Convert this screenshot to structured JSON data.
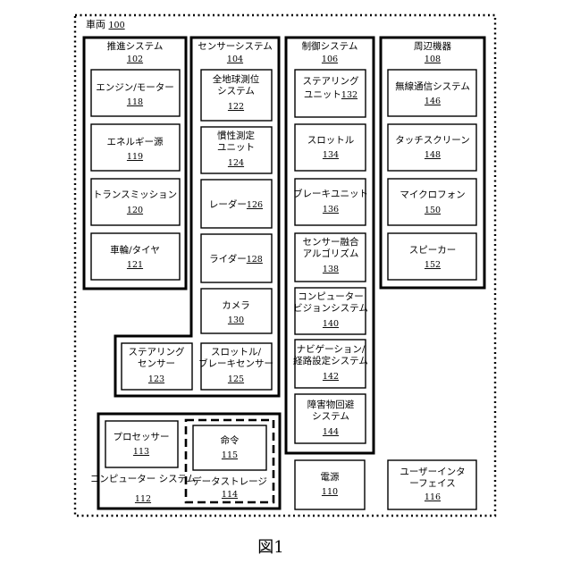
{
  "vehicle": {
    "label": "車両",
    "number": "100"
  },
  "figure_caption": "図1",
  "groups": {
    "propulsion": {
      "label": "推進システム",
      "number": "102"
    },
    "sensor": {
      "label": "センサーシステム",
      "number": "104"
    },
    "control": {
      "label": "制御システム",
      "number": "106"
    },
    "peripheral": {
      "label": "周辺機器",
      "number": "108"
    },
    "computer": {
      "label": "コンピューター システム",
      "number": "112"
    }
  },
  "blocks": {
    "engine": {
      "label": "エンジン/モーター",
      "number": "118"
    },
    "energy": {
      "label": "エネルギー源",
      "number": "119"
    },
    "transmission": {
      "label": "トランスミッション",
      "number": "120"
    },
    "wheels": {
      "label": "車輪/タイヤ",
      "number": "121"
    },
    "gps": {
      "label": "全地球測位 システム",
      "number": "122"
    },
    "imu": {
      "label": "慣性測定 ユニット",
      "number": "124"
    },
    "radar": {
      "label": "レーダー",
      "number": "126"
    },
    "lidar": {
      "label": "ライダー",
      "number": "128"
    },
    "camera": {
      "label": "カメラ",
      "number": "130"
    },
    "steering_sensor": {
      "label": "ステアリング センサー",
      "number": "123"
    },
    "throttle_brake_sensor": {
      "label": "スロットル/ ブレーキセンサー",
      "number": "125"
    },
    "steering_unit": {
      "label": "ステアリング ユニット",
      "number": "132"
    },
    "throttle": {
      "label": "スロットル",
      "number": "134"
    },
    "brake_unit": {
      "label": "ブレーキユニット",
      "number": "136"
    },
    "sensor_fusion": {
      "label": "センサー融合 アルゴリズム",
      "number": "138"
    },
    "computer_vision": {
      "label": "コンピューター ビジョンシステム",
      "number": "140"
    },
    "navigation": {
      "label": "ナビゲーション/ 経路設定システム",
      "number": "142"
    },
    "obstacle": {
      "label": "障害物回避 システム",
      "number": "144"
    },
    "wireless": {
      "label": "無線通信システム",
      "number": "146"
    },
    "touchscreen": {
      "label": "タッチスクリーン",
      "number": "148"
    },
    "microphone": {
      "label": "マイクロフォン",
      "number": "150"
    },
    "speaker": {
      "label": "スピーカー",
      "number": "152"
    },
    "processor": {
      "label": "プロセッサー",
      "number": "113"
    },
    "instructions": {
      "label": "命令",
      "number": "115"
    },
    "data_storage": {
      "label": "データストレージ",
      "number": "114"
    },
    "power": {
      "label": "電源",
      "number": "110"
    },
    "user_interface": {
      "label": "ユーザーインタ ーフェイス",
      "number": "116"
    }
  }
}
